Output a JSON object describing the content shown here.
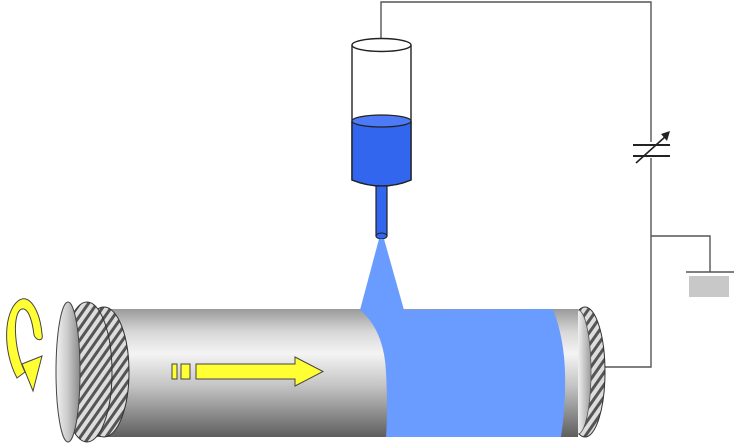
{
  "diagram": {
    "colors": {
      "background": "#ffffff",
      "wire": "#555555",
      "solution_blue": "#3366ee",
      "fiber_mat_blue": "#6a9cff",
      "drum_metal": "#b8b8b8",
      "arrow_yellow": "#ffff33",
      "ground_plate": "#c8c8c8"
    },
    "components": [
      {
        "name": "syringe",
        "icon": "syringe-icon"
      },
      {
        "name": "needle",
        "icon": "needle-icon"
      },
      {
        "name": "taylor-cone-jet",
        "icon": "cone-icon"
      },
      {
        "name": "rotating-drum-collector",
        "icon": "cylinder-icon"
      },
      {
        "name": "deposited-fiber-mat",
        "icon": "mat-icon"
      },
      {
        "name": "variable-voltage-source",
        "icon": "variable-capacitor-icon"
      },
      {
        "name": "ground",
        "icon": "ground-icon"
      },
      {
        "name": "rotation-arrow",
        "icon": "curved-arrow-icon"
      },
      {
        "name": "translation-arrow",
        "icon": "right-arrow-icon"
      }
    ]
  }
}
